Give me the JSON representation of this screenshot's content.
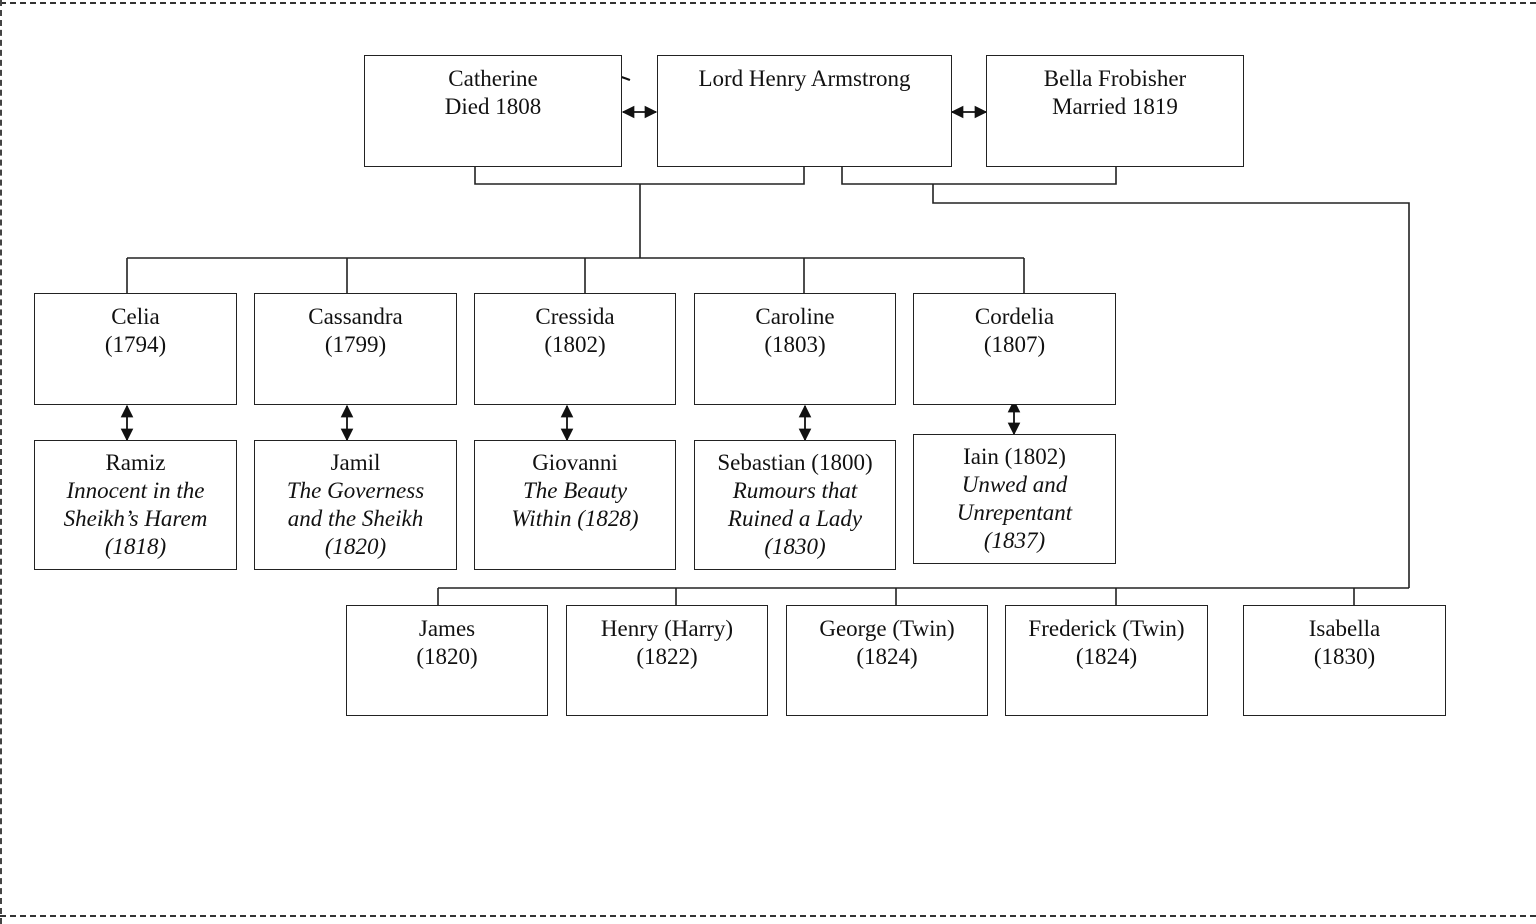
{
  "parents": {
    "catherine": {
      "name": "Catherine",
      "note": "Died 1808"
    },
    "henry": {
      "name": "Lord Henry Armstrong"
    },
    "bella": {
      "name": "Bella Frobisher",
      "note": "Married 1819"
    }
  },
  "daughters": [
    {
      "name": "Celia",
      "year": "(1794)"
    },
    {
      "name": "Cassandra",
      "year": "(1799)"
    },
    {
      "name": "Cressida",
      "year": "(1802)"
    },
    {
      "name": "Caroline",
      "year": "(1803)"
    },
    {
      "name": "Cordelia",
      "year": "(1807)"
    }
  ],
  "spouses": [
    {
      "name": "Ramiz",
      "book": [
        "Innocent in the",
        "Sheikh’s Harem",
        "(1818)"
      ]
    },
    {
      "name": "Jamil",
      "book": [
        "The Governess",
        "and the Sheikh",
        "(1820)"
      ]
    },
    {
      "name": "Giovanni",
      "book": [
        "The Beauty",
        "Within (1828)"
      ]
    },
    {
      "name": "Sebastian (1800)",
      "book": [
        "Rumours that",
        "Ruined a Lady",
        "(1830)"
      ]
    },
    {
      "name": "Iain (1802)",
      "book": [
        "Unwed and",
        "Unrepentant",
        "(1837)"
      ]
    }
  ],
  "second_family": [
    {
      "name": "James",
      "year": "(1820)"
    },
    {
      "name": "Henry (Harry)",
      "year": "(1822)"
    },
    {
      "name": "George (Twin)",
      "year": "(1824)"
    },
    {
      "name": "Frederick (Twin)",
      "year": "(1824)"
    },
    {
      "name": "Isabella",
      "year": "(1830)"
    }
  ]
}
